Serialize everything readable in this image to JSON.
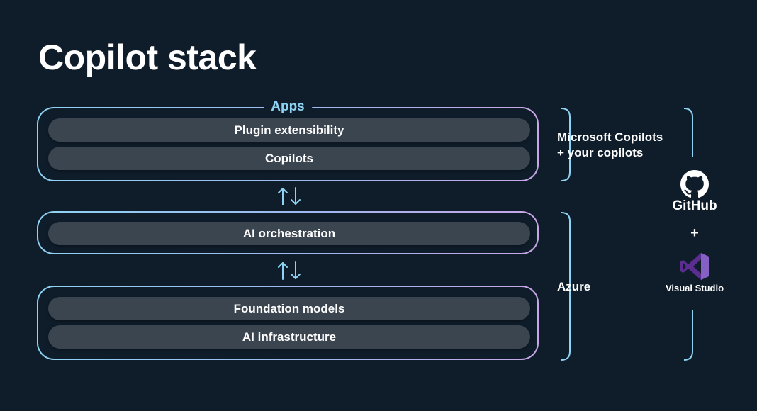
{
  "slide": {
    "title": "Copilot stack"
  },
  "stack": {
    "apps_label": "Apps",
    "apps_items": [
      "Plugin extensibility",
      "Copilots"
    ],
    "orchestration_items": [
      "AI orchestration"
    ],
    "foundation_items": [
      "Foundation models",
      "AI infrastructure"
    ]
  },
  "brackets": {
    "copilots_line1": "Microsoft Copilots",
    "copilots_line2": "+ your copilots",
    "azure": "Azure"
  },
  "tools": {
    "github": "GitHub",
    "plus": "+",
    "visual_studio": "Visual Studio",
    "github_color": "#ffffff",
    "visual_studio_color": "#8661c5"
  },
  "colors": {
    "background": "#0f1d2b",
    "accent": "#8fd3f4",
    "pill": "#3b4550"
  }
}
